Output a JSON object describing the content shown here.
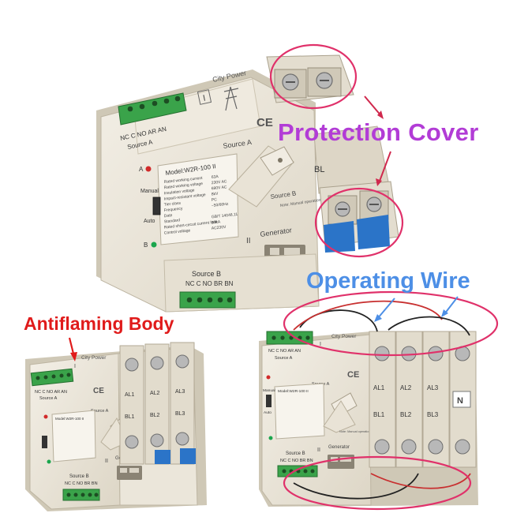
{
  "callouts": {
    "protection_cover": "Protection Cover",
    "operating_wire": "Operating Wire",
    "antiflaming_body": "Antiflaming Body"
  },
  "device": {
    "brand_a": "City Power",
    "brand_b": "Generator",
    "source_a": "Source A",
    "source_b": "Source B",
    "terminal_a": "NC C NO AR AN",
    "terminal_b": "NC C NO BR BN",
    "model": "Model:W2R-100 II",
    "mode_manual": "Manual",
    "mode_auto": "Auto",
    "ind_a": "A",
    "ind_b": "B",
    "roman_1": "I",
    "roman_2": "II",
    "bl": "BL",
    "specs": [
      "Rated working current",
      "Rated working voltage",
      "Insulation voltage",
      "Impact-resistant voltage",
      "Tier class",
      "Frequency",
      "Date",
      "Standard",
      "Rated short-circuit current limit",
      "Control voltage"
    ],
    "spec_values": [
      "63A",
      "230V AC",
      "690V AC",
      "8kV",
      "PC",
      "~50/60Hz",
      "",
      "GB/T 14048.11",
      "50kA",
      "AC230V"
    ],
    "note": "Note: Manual operation must be in 'Manual' position",
    "poles_top": [
      "AL1",
      "AL2",
      "AL3"
    ],
    "poles_bottom": [
      "BL1",
      "BL2",
      "BL3"
    ],
    "neutral": "N"
  },
  "colors": {
    "protection": "#b23cd6",
    "operating": "#4d8fe6",
    "antiflaming": "#e01b1b",
    "ellipse": "#e0316a",
    "body": "#ece7da",
    "terminal": "#3aa34a",
    "blue_part": "#2b74c8"
  }
}
